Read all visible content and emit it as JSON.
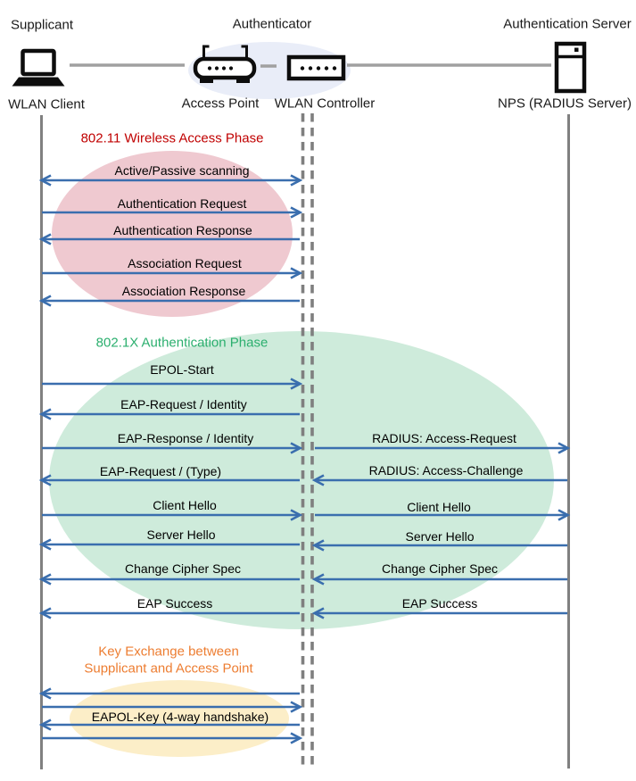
{
  "header": {
    "roles": [
      {
        "label": "Supplicant"
      },
      {
        "label": "Authenticator"
      },
      {
        "label": "Authentication Server"
      }
    ],
    "devices": [
      {
        "label": "WLAN Client",
        "icon": "laptop-icon"
      },
      {
        "label": "Access Point",
        "icon": "access-point-icon"
      },
      {
        "label": "WLAN Controller",
        "icon": "wlan-controller-icon"
      },
      {
        "label": "NPS (RADIUS Server)",
        "icon": "server-icon"
      }
    ]
  },
  "phases": {
    "wireless_access": {
      "title": "802.11 Wireless Access Phase",
      "title_color": "#C00000",
      "ellipse_color": "#EFC9D0"
    },
    "authentication": {
      "title": "802.1X Authentication Phase",
      "title_color": "#2BAF6E",
      "ellipse_color": "#CEEBDB"
    },
    "key_exchange": {
      "title_line1": "Key Exchange between",
      "title_line2": "Supplicant and Access Point",
      "title_color": "#ED7D31",
      "ellipse_color": "#FCEEC8"
    }
  },
  "messages": {
    "left": [
      {
        "label": "Active/Passive scanning",
        "direction": "bidirectional"
      },
      {
        "label": "Authentication Request",
        "direction": "right"
      },
      {
        "label": "Authentication Response",
        "direction": "left"
      },
      {
        "label": "Association Request",
        "direction": "right"
      },
      {
        "label": "Association Response",
        "direction": "left"
      },
      {
        "label": "EPOL-Start",
        "direction": "right"
      },
      {
        "label": "EAP-Request / Identity",
        "direction": "left"
      },
      {
        "label": "EAP-Response / Identity",
        "direction": "right"
      },
      {
        "label": "EAP-Request / (Type)",
        "direction": "left"
      },
      {
        "label": "Client Hello",
        "direction": "right"
      },
      {
        "label": "Server Hello",
        "direction": "left"
      },
      {
        "label": "Change Cipher Spec",
        "direction": "left"
      },
      {
        "label": "EAP Success",
        "direction": "left"
      },
      {
        "label": "",
        "direction": "left"
      },
      {
        "label": "",
        "direction": "right"
      },
      {
        "label": "EAPOL-Key (4-way handshake)",
        "direction": "left"
      },
      {
        "label": "",
        "direction": "right"
      }
    ],
    "right": [
      {
        "label": "RADIUS: Access-Request",
        "direction": "right"
      },
      {
        "label": "RADIUS: Access-Challenge",
        "direction": "left"
      },
      {
        "label": "Client Hello",
        "direction": "right"
      },
      {
        "label": "Server Hello",
        "direction": "left"
      },
      {
        "label": "Change Cipher Spec",
        "direction": "left"
      },
      {
        "label": "EAP Success",
        "direction": "left"
      }
    ]
  },
  "colors": {
    "arrow": "#3A6EAE",
    "lifeline": "#808080",
    "connector": "#A0A0A0",
    "authenticator_highlight": "#E9EDF8"
  }
}
